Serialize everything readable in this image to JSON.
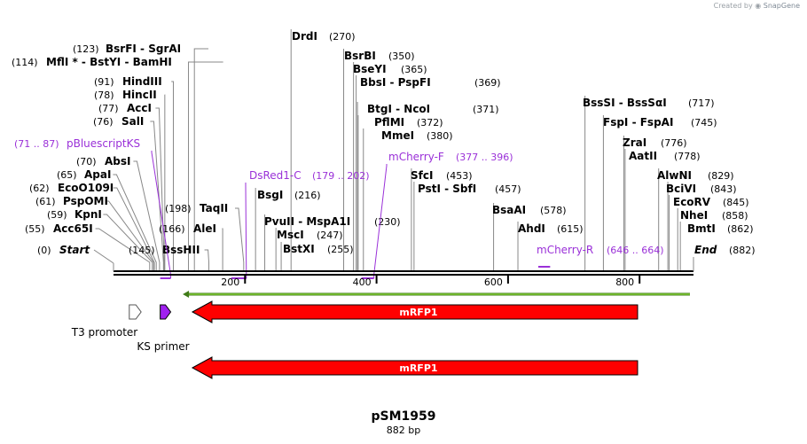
{
  "credit": {
    "prefix": "Created by",
    "brand": "SnapGene"
  },
  "title": "pSM1959",
  "subtitle": "882 bp",
  "start_label": "Start",
  "start_pos": "(0)",
  "end_label": "End",
  "end_pos": "(882)",
  "total_bp": 882,
  "ticks": [
    200,
    400,
    600,
    800
  ],
  "colors": {
    "mrfp": "#ff0000",
    "primer": "#9a30d8",
    "ks": "#a020f0",
    "orf": "#7dc830"
  },
  "enzymes": [
    {
      "name": "Acc65I",
      "pos": 55
    },
    {
      "name": "KpnI",
      "pos": 59
    },
    {
      "name": "PspOMI",
      "pos": 61
    },
    {
      "name": "EcoO109I",
      "pos": 62
    },
    {
      "name": "ApaI",
      "pos": 65
    },
    {
      "name": "AbsI",
      "pos": 70
    },
    {
      "name": "SalI",
      "pos": 76
    },
    {
      "name": "AccI",
      "pos": 77
    },
    {
      "name": "HincII",
      "pos": 78
    },
    {
      "name": "HindIII",
      "pos": 91
    },
    {
      "name": "MflI *",
      "extra": "BstYI  -  BamHI",
      "pos": 114
    },
    {
      "name": "BsrFI",
      "extra": "SgrAI",
      "pos": 123
    },
    {
      "name": "BssHII",
      "pos": 145
    },
    {
      "name": "AleI",
      "pos": 166
    },
    {
      "name": "TaqII",
      "pos": 198
    },
    {
      "name": "BsgI",
      "pos": 216
    },
    {
      "name": "PvuII",
      "extra": "MspA1I",
      "pos": 230
    },
    {
      "name": "MscI",
      "pos": 247
    },
    {
      "name": "BstXI",
      "pos": 255
    },
    {
      "name": "DrdI",
      "pos": 270
    },
    {
      "name": "BsrBI",
      "pos": 350
    },
    {
      "name": "BseYI",
      "pos": 365
    },
    {
      "name": "BbsI",
      "extra": "PspFI",
      "pos": 369
    },
    {
      "name": "BtgI",
      "extra": "NcoI",
      "pos": 371
    },
    {
      "name": "PflMI",
      "pos": 372
    },
    {
      "name": "MmeI",
      "pos": 380
    },
    {
      "name": "SfcI",
      "pos": 453
    },
    {
      "name": "PstI",
      "extra": "SbfI",
      "pos": 457
    },
    {
      "name": "BsaAI",
      "pos": 578
    },
    {
      "name": "AhdI",
      "pos": 615
    },
    {
      "name": "BssSI",
      "extra": "BssSαI",
      "pos": 717
    },
    {
      "name": "FspI",
      "extra": "FspAI",
      "pos": 745
    },
    {
      "name": "ZraI",
      "pos": 776
    },
    {
      "name": "AatII",
      "pos": 778
    },
    {
      "name": "AlwNI",
      "pos": 829
    },
    {
      "name": "BciVI",
      "pos": 843
    },
    {
      "name": "EcoRV",
      "pos": 845
    },
    {
      "name": "NheI",
      "pos": 858
    },
    {
      "name": "BmtI",
      "pos": 862
    }
  ],
  "primers": [
    {
      "name": "pBluescriptKS",
      "range": "(71 .. 87)",
      "start": 71,
      "end": 87
    },
    {
      "name": "DsRed1-C",
      "range": "(179 .. 202)",
      "start": 179,
      "end": 202
    },
    {
      "name": "mCherry-F",
      "range": "(377 .. 396)",
      "start": 377,
      "end": 396
    },
    {
      "name": "mCherry-R",
      "range": "(646 .. 664)",
      "start": 646,
      "end": 664
    }
  ],
  "features": [
    {
      "name": "T3 promoter",
      "start": 24,
      "end": 42,
      "direction": "forward",
      "color": "#ffffff"
    },
    {
      "name": "KS primer",
      "start": 71,
      "end": 87,
      "direction": "forward",
      "color": "#a020f0"
    },
    {
      "name": "mRFP1",
      "start": 120,
      "end": 797,
      "direction": "reverse",
      "color": "#ff0000"
    },
    {
      "name": "mRFP1",
      "start": 120,
      "end": 797,
      "direction": "reverse",
      "color": "#ff0000"
    }
  ],
  "orf": {
    "start": 112,
    "end": 882
  }
}
